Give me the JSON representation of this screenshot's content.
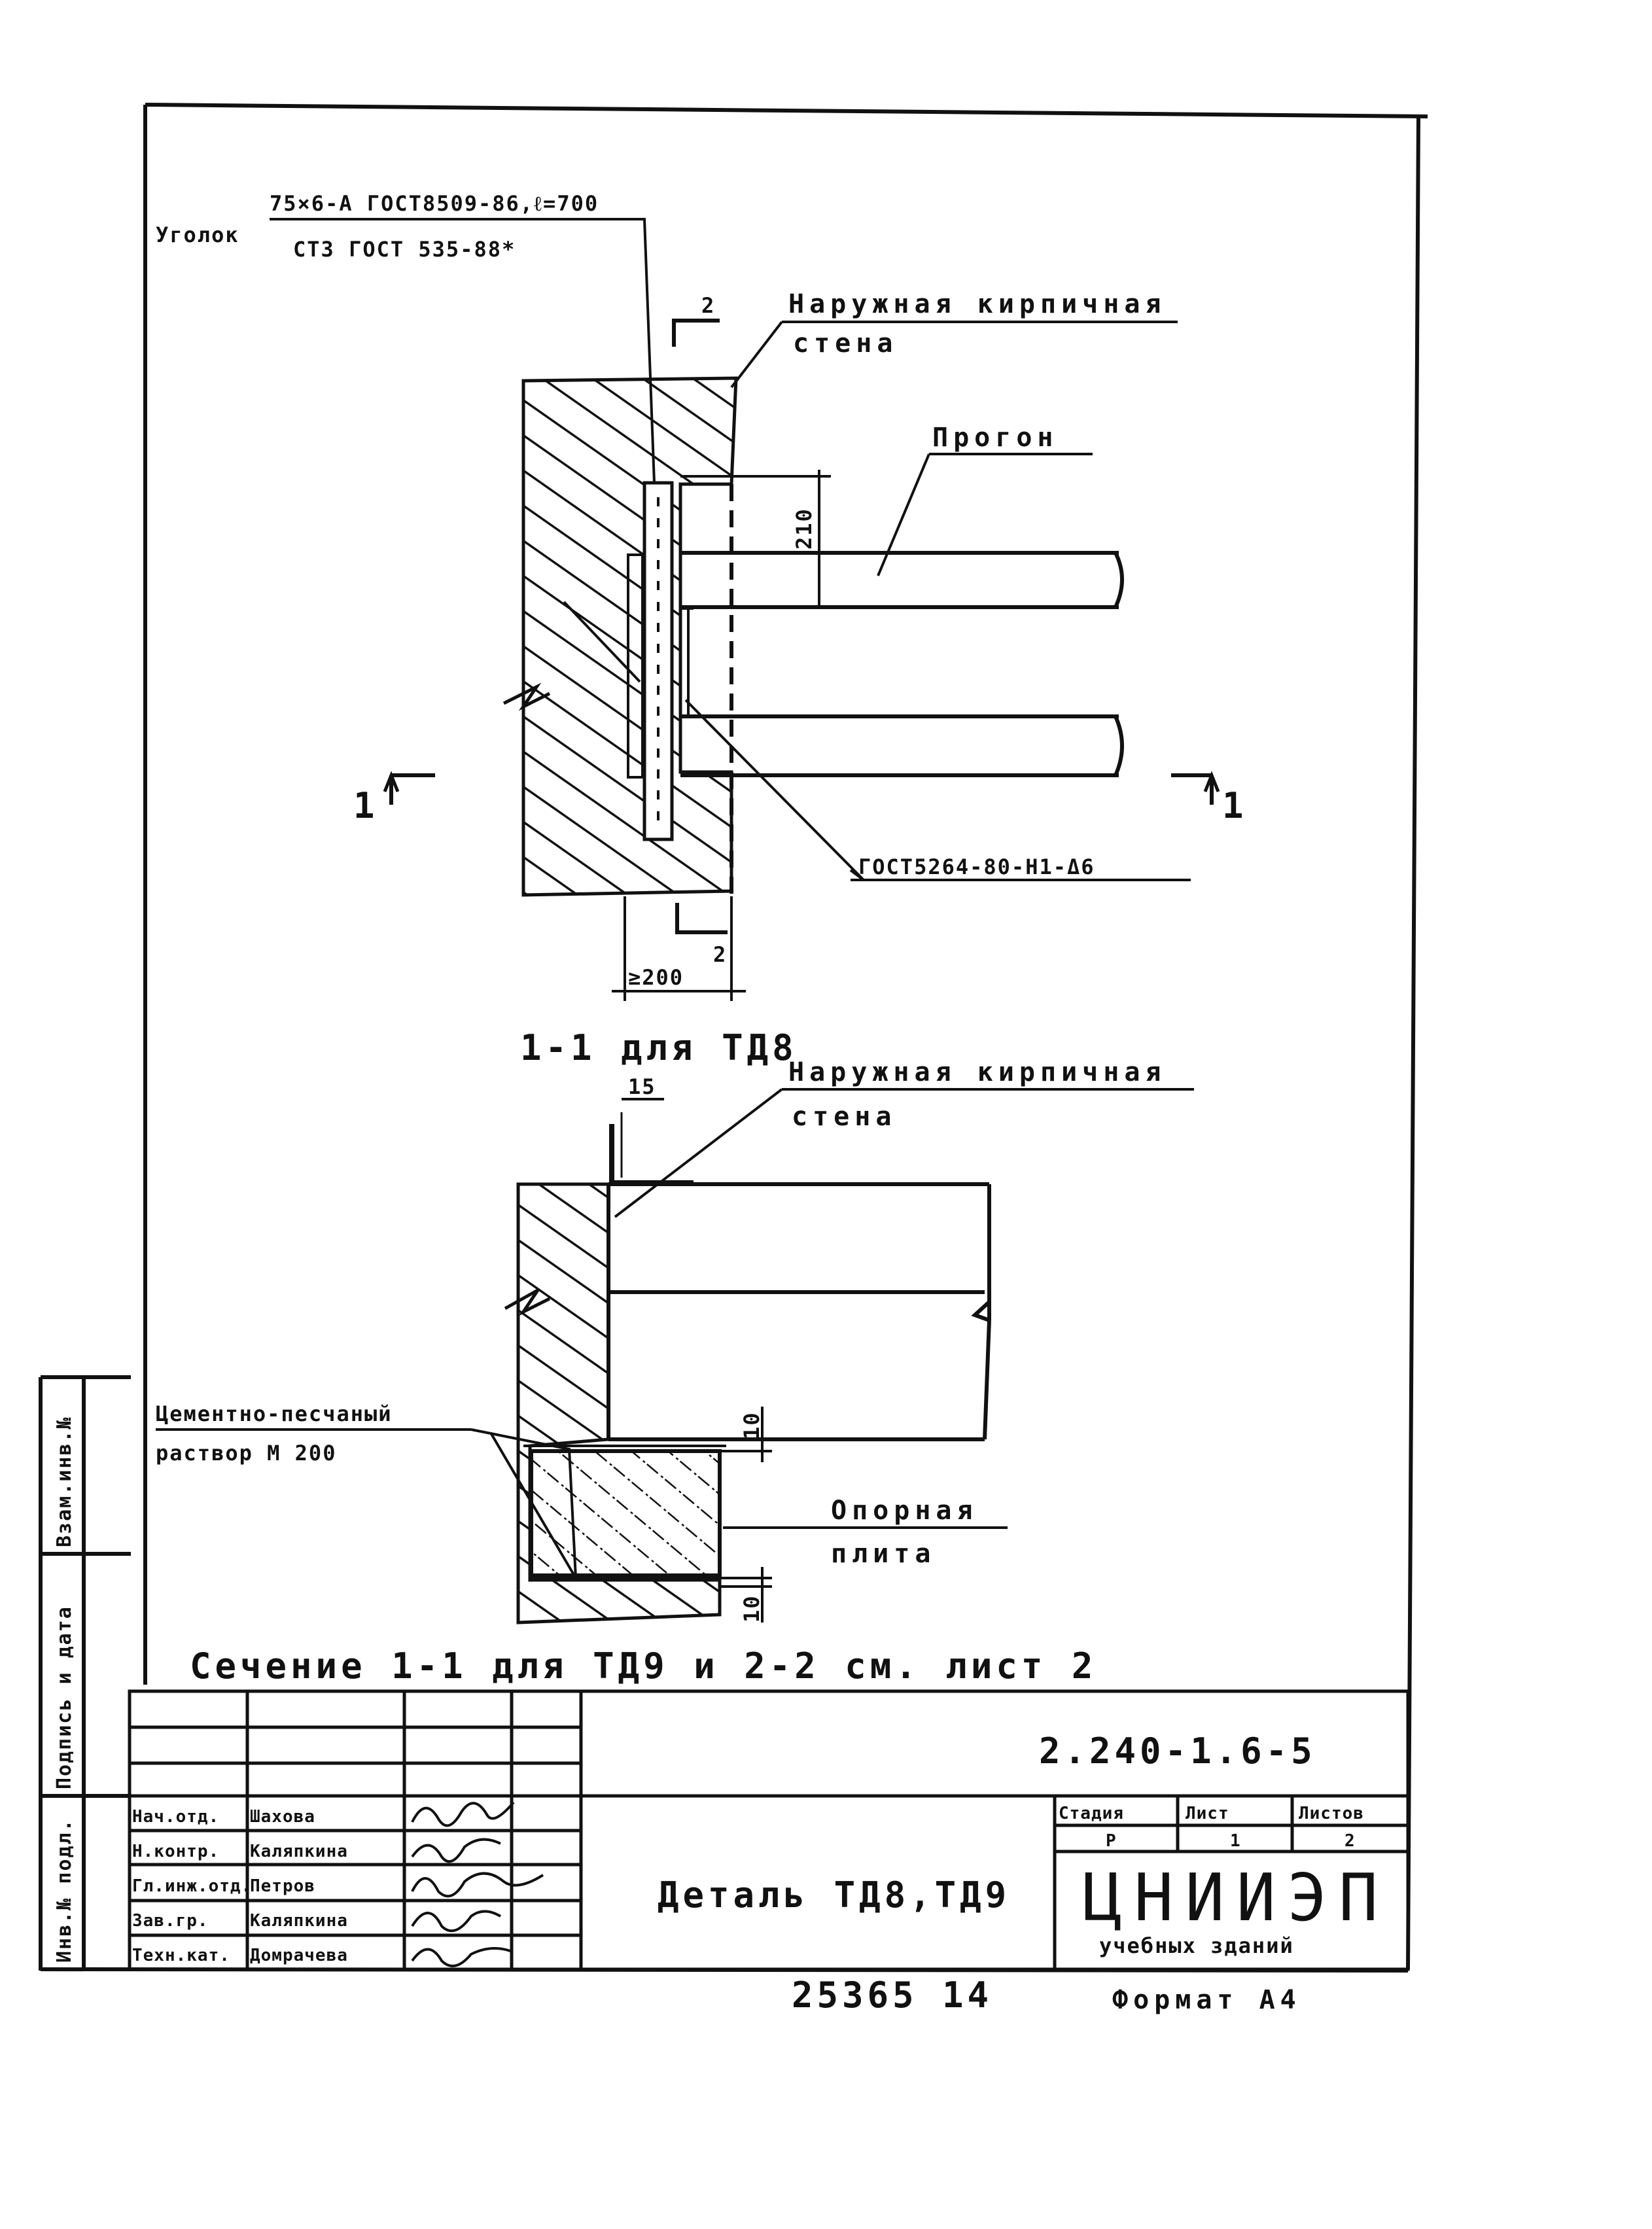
{
  "top_detail": {
    "angle_prefix": "Уголок",
    "angle_spec_top": "75×6-А ГОСТ8509-86,ℓ=700",
    "angle_spec_bottom": "СТ3 ГОСТ 535-88*",
    "wall_label_line1": "Наружная кирпичная",
    "wall_label_line2": "стена",
    "purlin_label": "Прогон",
    "weld_label": "ГОСТ5264-80-Н1-Δ6",
    "dim_210": "210",
    "dim_200": "≥200",
    "section_mark_2_top": "2",
    "section_mark_2_bottom": "2",
    "section_mark_1_left": "1",
    "section_mark_1_right": "1",
    "section_title": "1-1 для ТД8"
  },
  "bottom_detail": {
    "dim_15": "15",
    "wall_label_line1": "Наружная кирпичная",
    "wall_label_line2": "стена",
    "mortar_label_line1": "Цементно-песчаный",
    "mortar_label_line2": "раствор М 200",
    "dim_10_top": "10",
    "dim_10_bottom": "10",
    "plate_label_line1": "Опорная",
    "plate_label_line2": "плита"
  },
  "footnote": "Сечение 1-1 для ТД9 и 2-2 см. лист 2",
  "side_stamp": {
    "inv_no": "Инв.№ подл.",
    "sign_date": "Подпись и дата",
    "vzam": "Взам.инв.№"
  },
  "title_block": {
    "doc_code": "2.240-1.6-5",
    "title": "Деталь ТД8,ТД9",
    "roles": [
      {
        "role": "Нач.отд.",
        "name": "Шахова"
      },
      {
        "role": "Н.контр.",
        "name": "Каляпкина"
      },
      {
        "role": "Гл.инж.отд.",
        "name": "Петров"
      },
      {
        "role": "Зав.гр.",
        "name": "Каляпкина"
      },
      {
        "role": "Техн.кат.",
        "name": "Домрачева"
      }
    ],
    "stage_header": "Стадия",
    "sheet_header": "Лист",
    "sheets_header": "Листов",
    "stage_value": "Р",
    "sheet_value": "1",
    "sheets_value": "2",
    "org_name": "ЦНИИЭП",
    "org_sub": "учебных зданий"
  },
  "bottom_numbers": {
    "inventory_no": "25365",
    "page_no": "14",
    "format": "Формат А4"
  }
}
